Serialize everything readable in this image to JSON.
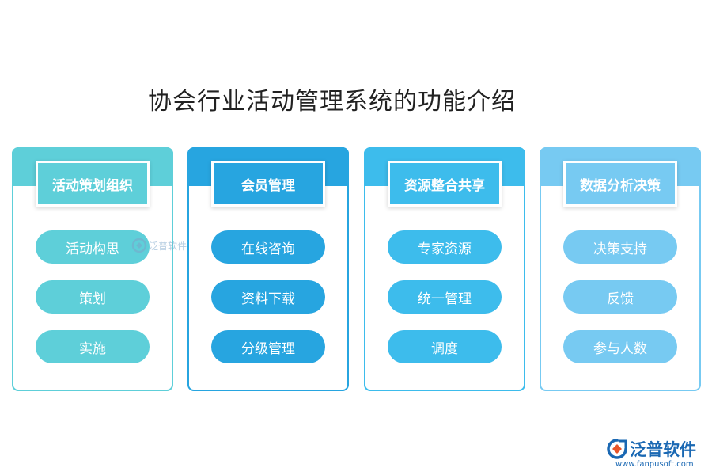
{
  "title": "协会行业活动管理系统的功能介绍",
  "columns": [
    {
      "header": "活动策划组织",
      "color": "#5ecfd9",
      "items": [
        "活动构思",
        "策划",
        "实施"
      ]
    },
    {
      "header": "会员管理",
      "color": "#27a5e0",
      "items": [
        "在线咨询",
        "资料下载",
        "分级管理"
      ]
    },
    {
      "header": "资源整合共享",
      "color": "#3dbcec",
      "items": [
        "专家资源",
        "统一管理",
        "调度"
      ]
    },
    {
      "header": "数据分析决策",
      "color": "#77caf2",
      "items": [
        "决策支持",
        "反馈",
        "参与人数"
      ]
    }
  ],
  "watermark": {
    "text": "泛普软件",
    "icon": "fanpu-logo-icon"
  },
  "brand": {
    "name": "泛普软件",
    "url": "www.fanpusoft.com",
    "icon": "fanpu-logo-icon",
    "color": "#1a68b3",
    "accent": "#e8552a"
  }
}
